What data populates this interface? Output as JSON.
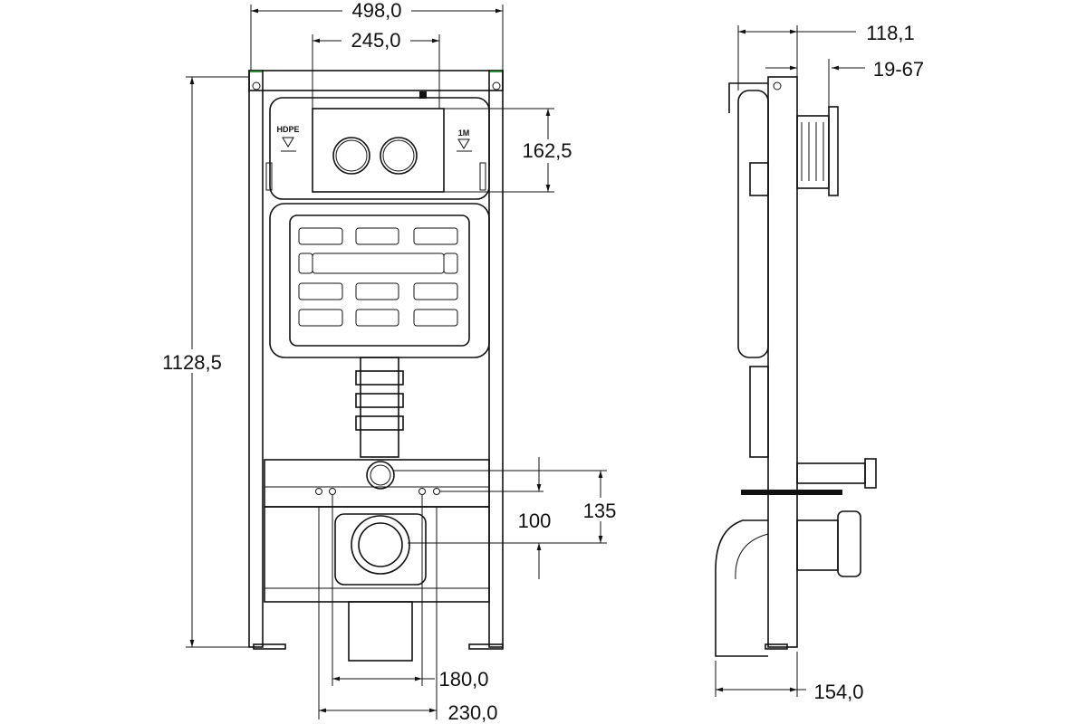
{
  "drawing": {
    "front_view": {
      "labels": {
        "material": "HDPE",
        "level": "1M"
      },
      "dimensions": {
        "overall_width": "498,0",
        "plate_width": "245,0",
        "plate_height": "162,5",
        "overall_height": "1128,5",
        "outlet_height": "135",
        "inlet_height": "100",
        "bolt_spacing_inner": "180,0",
        "bolt_spacing_outer": "230,0"
      }
    },
    "side_view": {
      "dimensions": {
        "flange_depth": "118,1",
        "wall_thickness_range": "19-67",
        "bend_depth": "154,0"
      }
    },
    "colors": {
      "line": "#111111",
      "accent": "#2e8b3a"
    }
  }
}
